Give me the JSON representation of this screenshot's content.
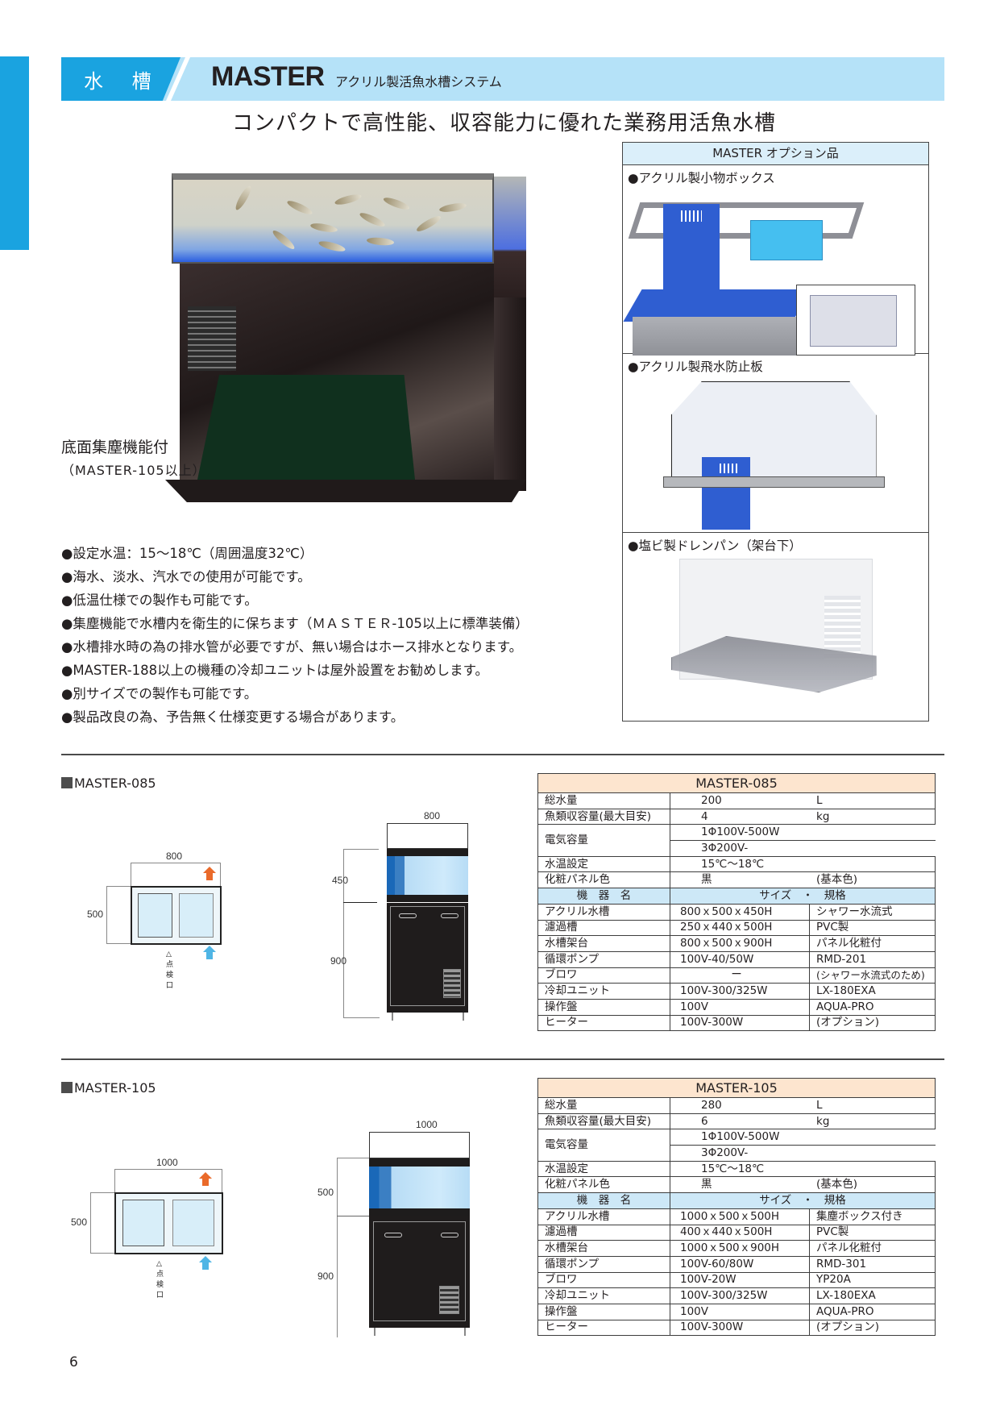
{
  "header": {
    "category": "水 槽",
    "brand": "MASTER",
    "subtitle": "アクリル製活魚水槽システム"
  },
  "headline": "コンパクトで高性能、収容能力に優れた業務用活魚水槽",
  "photo": {
    "caption_line1": "底面集塵機能付",
    "caption_line2": "（MASTER-105以上）"
  },
  "features": [
    "●設定水温：15～18℃（周囲温度32℃）",
    "●海水、淡水、汽水での使用が可能です。",
    "●低温仕様での製作も可能です。",
    "●集塵機能で水槽内を衛生的に保ちます（ＭＡＳＴＥＲ-105以上に標準装備）",
    "●水槽排水時の為の排水管が必要ですが、無い場合はホース排水となります。",
    "●MASTER-188以上の機種の冷却ユニットは屋外設置をお勧めします。",
    "●別サイズでの製作も可能です。",
    "●製品改良の為、予告無く仕様変更する場合があります。"
  ],
  "options": {
    "title": "MASTER オプション品",
    "items": [
      {
        "label": "●アクリル製小物ボックス"
      },
      {
        "label": "●アクリル製飛水防止板"
      },
      {
        "label": "●塩ビ製ドレンパン（架台下）"
      }
    ]
  },
  "models": [
    {
      "section_title": "MASTER-085",
      "plan": {
        "width": "800",
        "depth": "500",
        "inspection": "△点検口"
      },
      "elevation": {
        "width": "800",
        "tank_height": "450",
        "stand_height": "900"
      },
      "table": {
        "title": "MASTER-085",
        "rows": [
          {
            "label": "総水量",
            "value": "200",
            "unit": "L"
          },
          {
            "label": "魚類収容量(最大目安)",
            "value": "4",
            "unit": "kg"
          }
        ],
        "electric": {
          "label": "電気容量",
          "values": [
            "1Φ100V-500W",
            "3Φ200V-"
          ]
        },
        "temp": {
          "label": "水温設定",
          "value": "15℃～18℃"
        },
        "panel": {
          "label": "化粧パネル色",
          "value": "黒",
          "note": "(基本色)"
        },
        "subheader": {
          "name": "機　器　名",
          "spec": "サイズ　・　規格"
        },
        "equipment": [
          {
            "name": "アクリル水槽",
            "size": "800ｘ500ｘ450H",
            "spec": "シャワー水流式"
          },
          {
            "name": "濾過槽",
            "size": "250ｘ440ｘ500H",
            "spec": "PVC製"
          },
          {
            "name": "水槽架台",
            "size": "800ｘ500ｘ900H",
            "spec": "パネル化粧付"
          },
          {
            "name": "循環ポンプ",
            "size": "100V-40/50W",
            "spec": "RMD-201"
          },
          {
            "name": "ブロワ",
            "size": "ー",
            "spec": "(シャワー水流式のため)"
          },
          {
            "name": "冷却ユニット",
            "size": "100V-300/325W",
            "spec": "LX-180EXA"
          },
          {
            "name": "操作盤",
            "size": "100V",
            "spec": "AQUA-PRO"
          },
          {
            "name": "ヒーター",
            "size": "100V-300W",
            "spec": "(オプション)"
          }
        ]
      }
    },
    {
      "section_title": "MASTER-105",
      "plan": {
        "width": "1000",
        "depth": "500",
        "inspection": "△点検口"
      },
      "elevation": {
        "width": "1000",
        "tank_height": "500",
        "stand_height": "900"
      },
      "table": {
        "title": "MASTER-105",
        "rows": [
          {
            "label": "総水量",
            "value": "280",
            "unit": "L"
          },
          {
            "label": "魚類収容量(最大目安)",
            "value": "6",
            "unit": "kg"
          }
        ],
        "electric": {
          "label": "電気容量",
          "values": [
            "1Φ100V-500W",
            "3Φ200V-"
          ]
        },
        "temp": {
          "label": "水温設定",
          "value": "15℃～18℃"
        },
        "panel": {
          "label": "化粧パネル色",
          "value": "黒",
          "note": "(基本色)"
        },
        "subheader": {
          "name": "機　器　名",
          "spec": "サイズ　・　規格"
        },
        "equipment": [
          {
            "name": "アクリル水槽",
            "size": "1000ｘ500ｘ500H",
            "spec": "集塵ボックス付き"
          },
          {
            "name": "濾過槽",
            "size": "400ｘ440ｘ500H",
            "spec": "PVC製"
          },
          {
            "name": "水槽架台",
            "size": "1000ｘ500ｘ900H",
            "spec": "パネル化粧付"
          },
          {
            "name": "循環ポンプ",
            "size": "100V-60/80W",
            "spec": "RMD-301"
          },
          {
            "name": "ブロワ",
            "size": "100V-20W",
            "spec": "YP20A"
          },
          {
            "name": "冷却ユニット",
            "size": "100V-300/325W",
            "spec": "LX-180EXA"
          },
          {
            "name": "操作盤",
            "size": "100V",
            "spec": "AQUA-PRO"
          },
          {
            "name": "ヒーター",
            "size": "100V-300W",
            "spec": "(オプション)"
          }
        ]
      }
    }
  ],
  "colors": {
    "accent_blue": "#1aa3e0",
    "header_light_blue": "#b5e2f8",
    "table_title_bg": "#fde5cf",
    "table_subheader_bg": "#cde8f7"
  },
  "page_number": "6"
}
